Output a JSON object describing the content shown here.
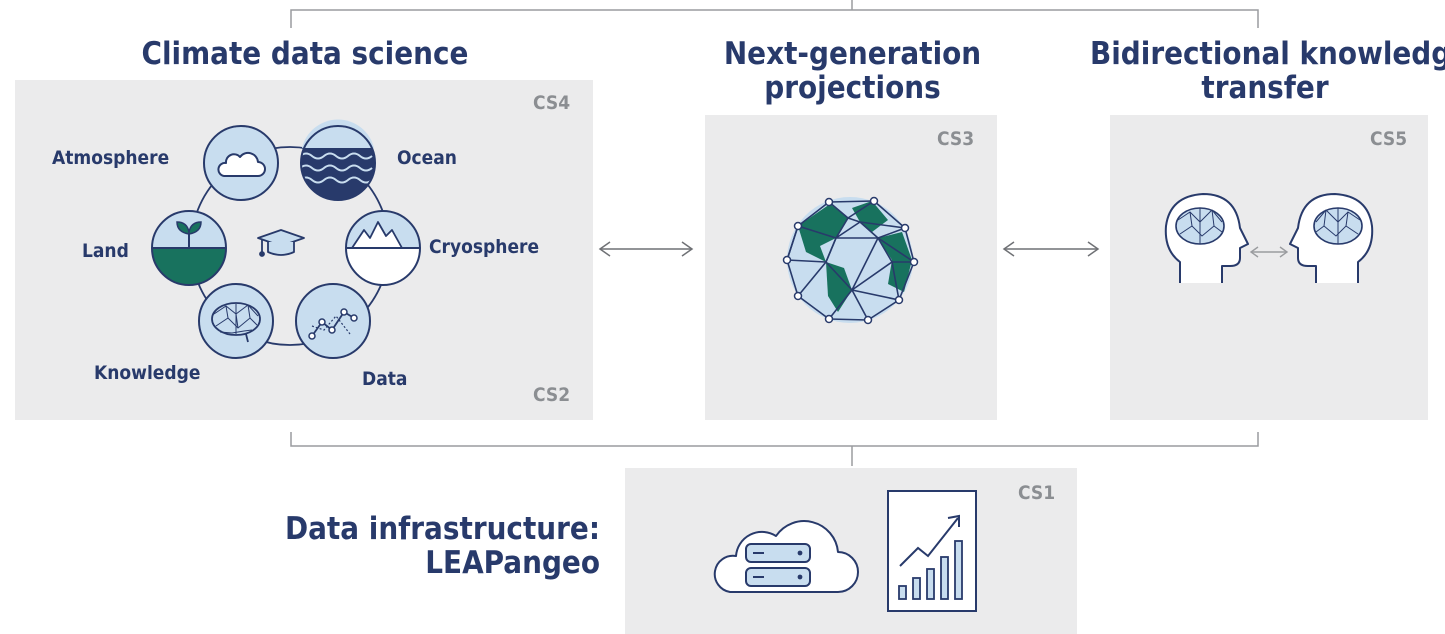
{
  "sections": {
    "climate_data_science": {
      "title": "Climate data science",
      "tag_top": "CS4",
      "tag_bottom": "CS2",
      "nodes": {
        "atmosphere": "Atmosphere",
        "ocean": "Ocean",
        "cryosphere": "Cryosphere",
        "data": "Data",
        "knowledge": "Knowledge",
        "land": "Land"
      }
    },
    "next_generation_projections": {
      "title_line1": "Next-generation",
      "title_line2": "projections",
      "tag": "CS3"
    },
    "bidirectional_knowledge_transfer": {
      "title_line1": "Bidirectional knowledge",
      "title_line2": "transfer",
      "tag": "CS5"
    },
    "data_infrastructure": {
      "title_line1": "Data infrastructure:",
      "title_line2": "LEAPangeo",
      "tag": "CS1"
    }
  },
  "colors": {
    "navy": "#283a6b",
    "light_blue": "#c8ddef",
    "green": "#18725e",
    "panel_gray": "#ebebec",
    "tag_gray": "#8b8e92"
  }
}
